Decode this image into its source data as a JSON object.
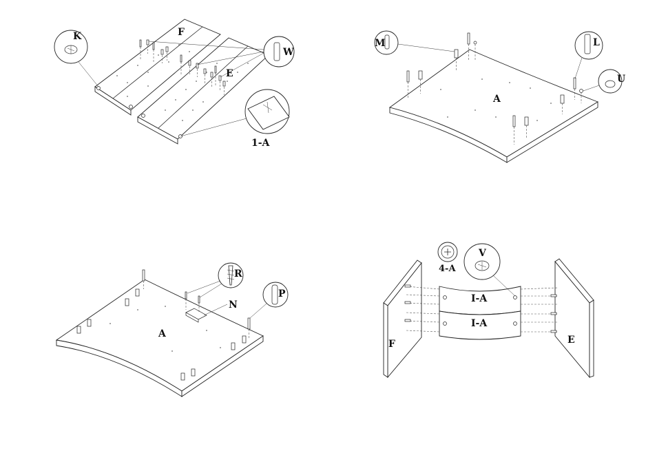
{
  "step1": {
    "labels": {
      "k": "K",
      "f": "F",
      "w": "W",
      "e": "E",
      "detail": "1-A"
    }
  },
  "step2": {
    "labels": {
      "m": "M",
      "l": "L",
      "u": "U",
      "a": "A"
    }
  },
  "step3": {
    "labels": {
      "r": "R",
      "p": "P",
      "n": "N",
      "a": "A"
    }
  },
  "step4": {
    "labels": {
      "v": "V",
      "detail": "4-A",
      "ia_top": "I-A",
      "ia_bottom": "I-A",
      "f": "F",
      "e": "E"
    }
  }
}
